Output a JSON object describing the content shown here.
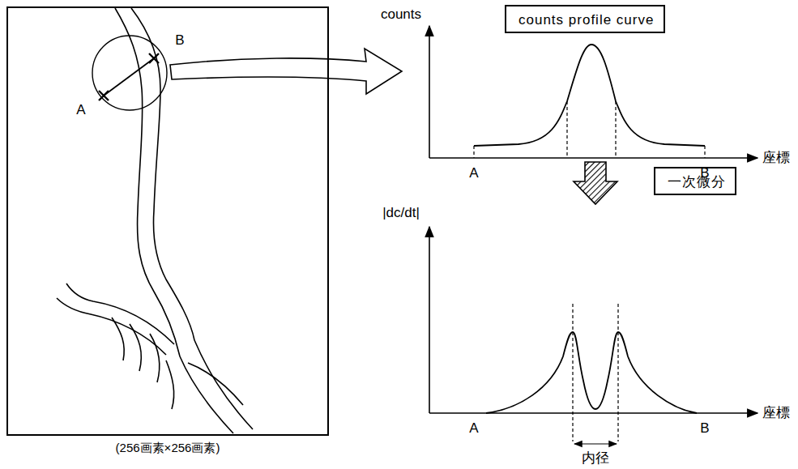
{
  "diagram": {
    "nodes": [
      {
        "text": [
          "(256画素×256画素)"
        ]
      },
      {
        "text": [
          "counts profile curve"
        ]
      },
      {
        "text": [
          "一次微分"
        ]
      }
    ],
    "labels": [
      "A",
      "B",
      "counts",
      "座標",
      "A",
      "B",
      "|dc/dt|",
      "座標",
      "A",
      "B",
      "内径"
    ]
  }
}
